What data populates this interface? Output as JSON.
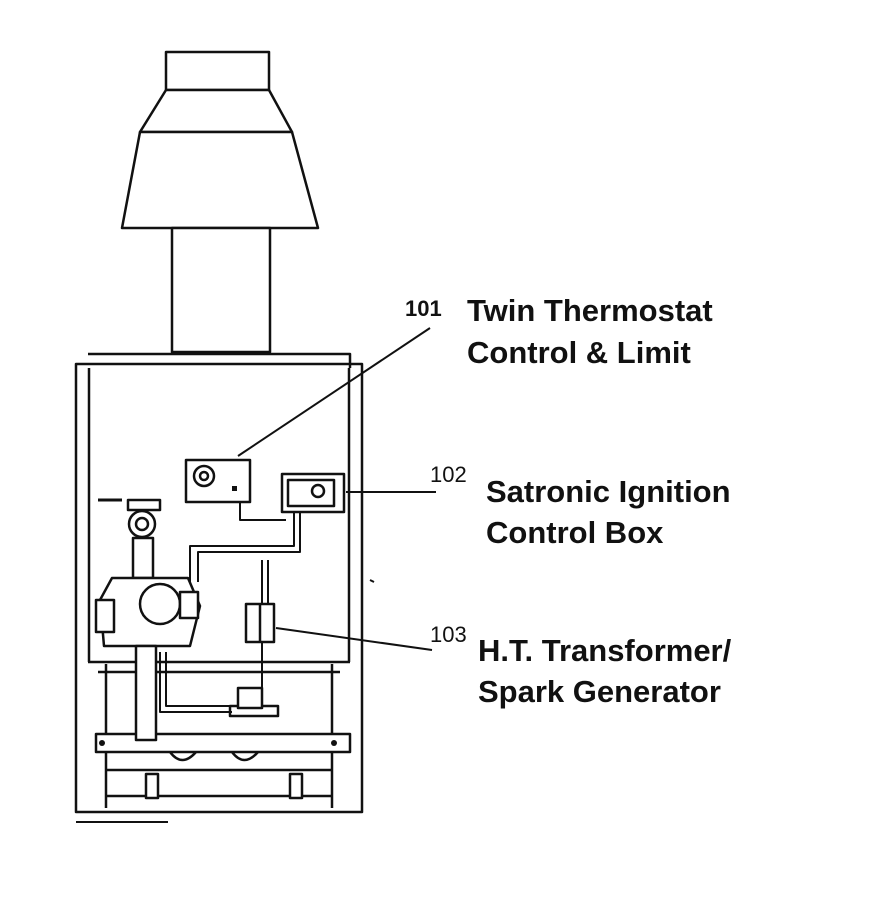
{
  "callouts": [
    {
      "number": "101",
      "lines": [
        "Twin Thermostat",
        "Control & Limit"
      ]
    },
    {
      "number": "102",
      "lines": [
        "Satronic Ignition",
        "Control Box"
      ]
    },
    {
      "number": "103",
      "lines": [
        "H.T. Transformer/",
        "Spark Generator"
      ]
    }
  ],
  "colors": {
    "ink": "#111111",
    "background": "#ffffff"
  }
}
